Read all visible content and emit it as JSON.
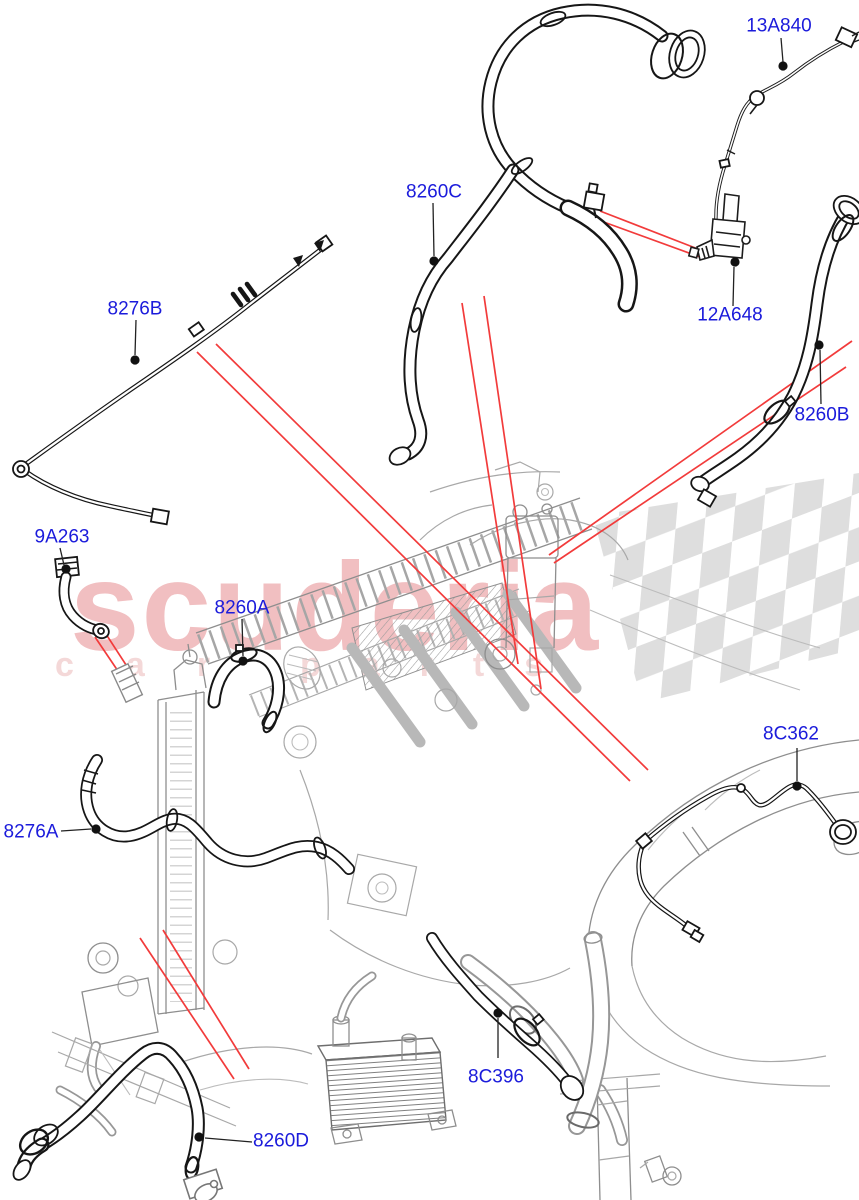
{
  "diagram": {
    "description": "engine cooling hoses parts diagram",
    "watermark": {
      "title": "scuderia",
      "subtitle_word1": "car",
      "subtitle_word2": "parts"
    },
    "part_labels": [
      {
        "id": "13A840"
      },
      {
        "id": "8260C"
      },
      {
        "id": "8276B"
      },
      {
        "id": "12A648"
      },
      {
        "id": "8260B"
      },
      {
        "id": "9A263"
      },
      {
        "id": "8260A"
      },
      {
        "id": "8C362"
      },
      {
        "id": "8276A"
      },
      {
        "id": "8C396"
      },
      {
        "id": "8260D"
      }
    ],
    "colors": {
      "label_blue": "#1b1bdb",
      "red_pointer": "#f23b3b",
      "watermark_pink": "#f1bfc1",
      "watermark_sub_pink": "#f4d8d8",
      "checker_grey": "#dedede",
      "line_art_grey": "#8e8e8e",
      "part_black": "#161616"
    }
  }
}
